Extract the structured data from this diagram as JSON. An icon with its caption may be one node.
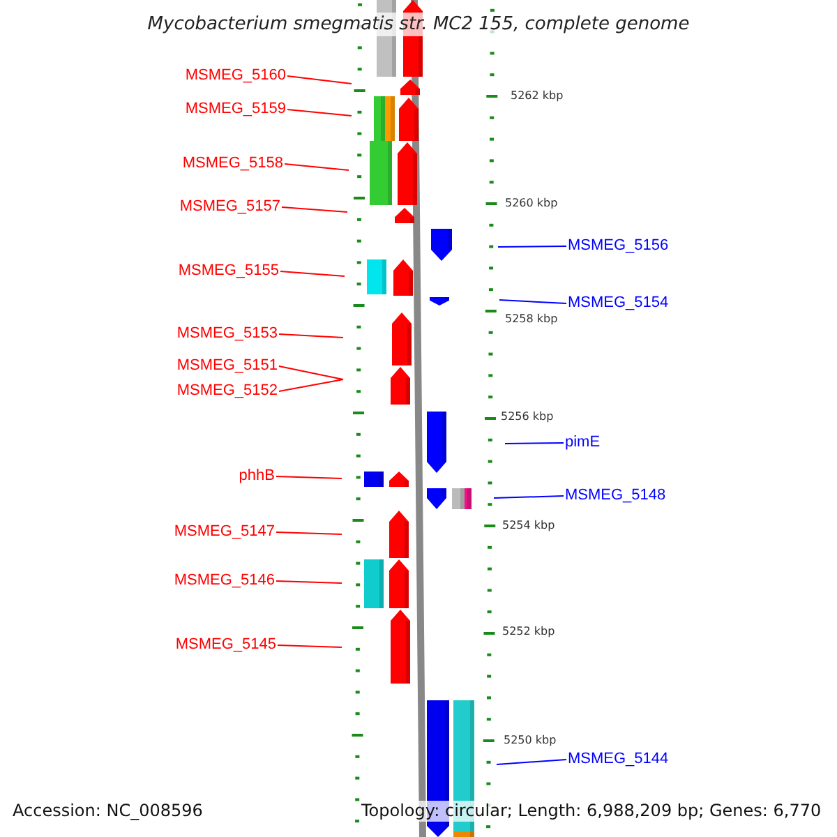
{
  "diagram": {
    "title": "Mycobacterium smegmatis str. MC2 155, complete genome",
    "nodes": [
      {
        "text": [
          "MSMEG_5160"
        ]
      },
      {
        "text": [
          "MSMEG_5159"
        ]
      },
      {
        "text": [
          "MSMEG_5158"
        ]
      },
      {
        "text": [
          "MSMEG_5157"
        ]
      },
      {
        "text": [
          "MSMEG_5156"
        ]
      },
      {
        "text": [
          "MSMEG_5155"
        ]
      },
      {
        "text": [
          "MSMEG_5154"
        ]
      },
      {
        "text": [
          "MSMEG_5153"
        ]
      },
      {
        "text": [
          "MSMEG_5151"
        ]
      },
      {
        "text": [
          "MSMEG_5152"
        ]
      },
      {
        "text": [
          "pimE"
        ]
      },
      {
        "text": [
          "phhB"
        ]
      },
      {
        "text": [
          "MSMEG_5148"
        ]
      },
      {
        "text": [
          "MSMEG_5147"
        ]
      },
      {
        "text": [
          "MSMEG_5146"
        ]
      },
      {
        "text": [
          "MSMEG_5145"
        ]
      },
      {
        "text": [
          "MSMEG_5144"
        ]
      }
    ],
    "edges": [
      {
        "from": 0,
        "to": null,
        "arrow": "none"
      },
      {
        "from": 1,
        "to": null,
        "arrow": "none"
      },
      {
        "from": 2,
        "to": null,
        "arrow": "none"
      },
      {
        "from": 3,
        "to": null,
        "arrow": "none"
      },
      {
        "from": 4,
        "to": null,
        "arrow": "none",
        "color": "#0000ff"
      },
      {
        "from": 5,
        "to": null,
        "arrow": "none"
      },
      {
        "from": 6,
        "to": null,
        "arrow": "none",
        "color": "#0000ff"
      },
      {
        "from": 7,
        "to": null,
        "arrow": "none"
      },
      {
        "from": 8,
        "to": null,
        "arrow": "none"
      },
      {
        "from": 9,
        "to": null,
        "arrow": "none"
      },
      {
        "from": 10,
        "to": null,
        "arrow": "none",
        "color": "#0000ff"
      },
      {
        "from": 11,
        "to": null,
        "arrow": "none"
      },
      {
        "from": 12,
        "to": null,
        "arrow": "none",
        "color": "#0000ff"
      },
      {
        "from": 13,
        "to": null,
        "arrow": "none"
      },
      {
        "from": 14,
        "to": null,
        "arrow": "none"
      },
      {
        "from": 15,
        "to": null,
        "arrow": "none"
      },
      {
        "from": 16,
        "to": null,
        "arrow": "none",
        "color": "#0000ff"
      }
    ],
    "labels": [
      "5262 kbp",
      "5260 kbp",
      "5258 kbp",
      "5256 kbp",
      "5254 kbp",
      "5252 kbp",
      "5250 kbp",
      "Accession: NC_008596",
      "Topology: circular; Length: 6,988,209 bp; Genes: 6,770"
    ]
  }
}
